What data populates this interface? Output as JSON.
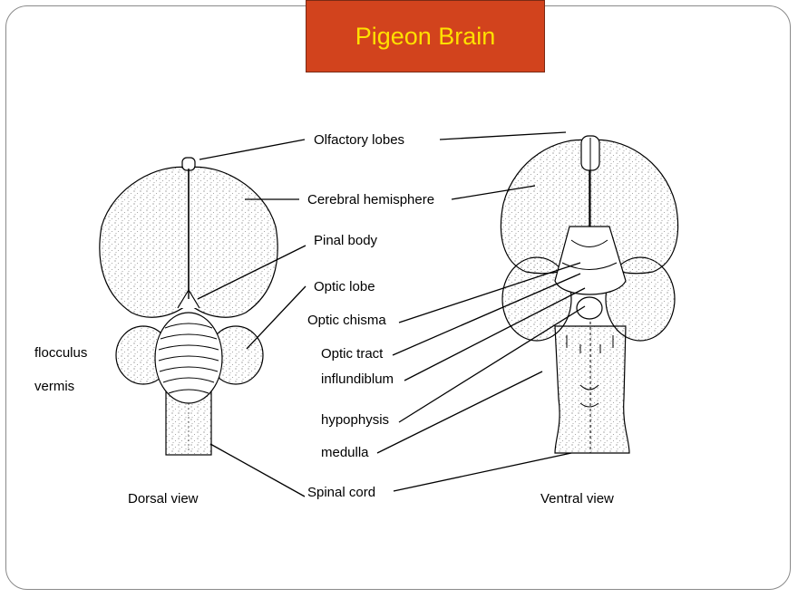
{
  "title": "Pigeon Brain",
  "colors": {
    "title_bg": "#d2431d",
    "title_text": "#ffe000",
    "ink": "#000000",
    "stipple": "#6f6f6f"
  },
  "labels": {
    "olfactory_lobes": "Olfactory lobes",
    "cerebral_hemisphere": "Cerebral hemisphere",
    "pinal_body": "Pinal body",
    "optic_lobe": "Optic lobe",
    "optic_chisma": "Optic chisma",
    "optic_tract": "Optic tract",
    "influndiblum": "influndiblum",
    "hypophysis": "hypophysis",
    "medulla": "medulla",
    "spinal_cord": "Spinal cord",
    "flocculus": "flocculus",
    "vermis": "vermis"
  },
  "views": {
    "dorsal": "Dorsal view",
    "ventral": "Ventral view"
  }
}
